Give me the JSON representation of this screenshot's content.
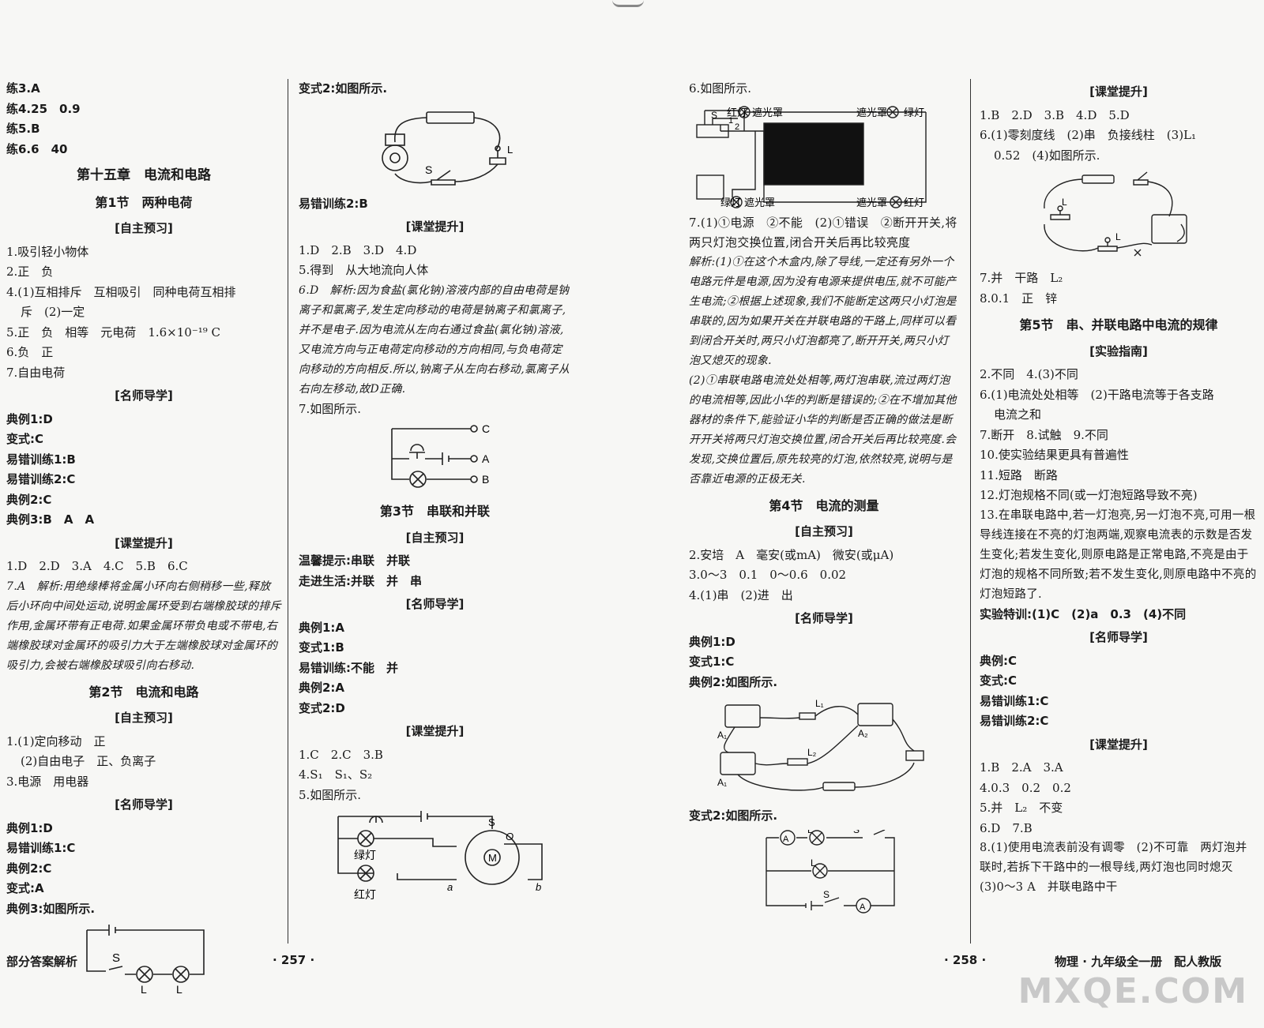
{
  "c1": {
    "a": [
      "练3.A",
      "练4.25　0.9",
      "练5.B",
      "练6.6　40"
    ],
    "chapter": "第十五章　电流和电路",
    "sec1": "第1节　两种电荷",
    "h1": "[自主预习]",
    "b": [
      "1.吸引轻小物体",
      "2.正　负",
      "4.(1)互相排斥　互相吸引　同种电荷互相排",
      "斥　(2)一定",
      "5.正　负　相等　元电荷　1.6×10⁻¹⁹ C",
      "6.负　正",
      "7.自由电荷"
    ],
    "h2": "[名师导学]",
    "c": [
      "典例1:D",
      "变式:C",
      "易错训练1:B",
      "易错训练2:C",
      "典例2:C",
      "典例3:B　A　A"
    ],
    "h3": "[课堂提升]",
    "d": "1.D　2.D　3.A　4.C　5.B　6.C",
    "d7": "7.A　解析:用绝缘棒将金属小环向右侧稍移一些,释放后小环向中间处运动,说明金属环受到右端橡胶球的排斥作用,金属环带有正电荷.如果金属环带负电或不带电,右端橡胶球对金属环的吸引力大于左端橡胶球对金属环的吸引力,会被右端橡胶球吸引向右移动.",
    "sec2": "第2节　电流和电路",
    "h4": "[自主预习]",
    "e": [
      "1.(1)定向移动　正"
    ],
    "e2": "(2)自由电子　正、负离子",
    "e3": "3.电源　用电器",
    "h5": "[名师导学]",
    "f": [
      "典例1:D",
      "易错训练1:C",
      "典例2:C",
      "变式:A",
      "典例3:如图所示."
    ],
    "fig": {
      "s": "S",
      "l1": "L",
      "l2": "L"
    }
  },
  "c2": {
    "a": "变式2:如图所示.",
    "fig1": {
      "l": "L",
      "s": "S"
    },
    "b": "易错训练2:B",
    "h1": "[课堂提升]",
    "c": [
      "1.D　2.B　3.D　4.D",
      "5.得到　从大地流向人体"
    ],
    "c6": "6.D　解析:因为食盐(氯化钠)溶液内部的自由电荷是钠离子和氯离子,发生定向移动的电荷是钠离子和氯离子,并不是电子.因为电流从左向右通过食盐(氯化钠)溶液,又电流方向与正电荷定向移动的方向相同,与负电荷定向移动的方向相反.所以,钠离子从左向右移动,氯离子从右向左移动,故D正确.",
    "c7": "7.如图所示.",
    "fig2": {
      "c": "C",
      "a": "A",
      "b": "B"
    },
    "sec3": "第3节　串联和并联",
    "h2": "[自主预习]",
    "d": [
      "温馨提示:串联　并联",
      "走进生活:并联　并　串"
    ],
    "h3": "[名师导学]",
    "e": [
      "典例1:A",
      "变式1:B",
      "易错训练:不能　并",
      "典例2:A",
      "变式2:D"
    ],
    "h4": "[课堂提升]",
    "f": [
      "1.C　2.C　3.B",
      "4.S₁　S₁、S₂",
      "5.如图所示."
    ],
    "fig3": {
      "s": "S",
      "o": "O",
      "m": "M",
      "a": "a",
      "b": "b",
      "g": "绿灯",
      "r": "红灯"
    }
  },
  "c3": {
    "a": "6.如图所示.",
    "fig1": {
      "rl": "红灯",
      "gl": "绿灯",
      "cov": "遮光罩",
      "s": "S",
      "n1": "1",
      "n2": "2"
    },
    "b7": "7.(1)①电源　②不能　(2)①错误　②断开开关,将两只灯泡交换位置,闭合开关后再比较亮度",
    "jx": "解析:(1)①在这个木盒内,除了导线,一定还有另外一个电路元件是电源,因为没有电源来提供电压,就不可能产生电流;②根据上述现象,我们不能断定这两只小灯泡是串联的,因为如果开关在并联电路的干路上,同样可以看到闭合开关时,两只小灯泡都亮了,断开开关,两只小灯泡又熄灭的现象.",
    "jx2": "(2)①串联电路电流处处相等,两灯泡串联,流过两灯泡的电流相等,因此小华的判断是错误的;②在不增加其他器材的条件下,能验证小华的判断是否正确的做法是断开开关将两只灯泡交换位置,闭合开关后再比较亮度.会发现,交换位置后,原先较亮的灯泡,依然较亮,说明与是否靠近电源的正极无关.",
    "sec4": "第4节　电流的测量",
    "h1": "[自主预习]",
    "c": [
      "2.安培　A　毫安(或mA)　微安(或μA)",
      "3.0～3　0.1　0～0.6　0.02",
      "4.(1)串　(2)进　出"
    ],
    "h2": "[名师导学]",
    "d": [
      "典例1:D",
      "变式1:C",
      "典例2:如图所示."
    ],
    "fig2": {
      "a1": "A₁",
      "a2": "A₂",
      "l1": "L₁",
      "l2": "L₂"
    },
    "e": "变式2:如图所示.",
    "fig3": {
      "a": "A",
      "l1": "L",
      "s1": "S",
      "l2": "L",
      "s": "S",
      "a1": "A"
    }
  },
  "c4": {
    "h1": "[课堂提升]",
    "a": [
      "1.B　2.D　3.B　4.D　5.D",
      "6.(1)零刻度线　(2)串　负接线柱　(3)L₁"
    ],
    "a2": "0.52　(4)如图所示.",
    "fig": {
      "l1": "L",
      "l2": "L"
    },
    "b": [
      "7.并　干路　L₂",
      "8.0.1　正　锌"
    ],
    "sec5": "第5节　串、并联电路中电流的规律",
    "h2": "[实验指南]",
    "c": [
      "2.不同　4.(3)不同",
      "6.(1)电流处处相等　(2)干路电流等于各支路"
    ],
    "c2": "电流之和",
    "d": [
      "7.断开　8.试触　9.不同",
      "10.使实验结果更具有普遍性",
      "11.短路　断路",
      "12.灯泡规格不同(或一灯泡短路导致不亮)"
    ],
    "d13": "13.在串联电路中,若一灯泡亮,另一灯泡不亮,可用一根导线连接在不亮的灯泡两端,观察电流表的示数是否发生变化;若发生变化,则原电路是正常电路,不亮是由于灯泡的规格不同所致;若不发生变化,则原电路中不亮的灯泡短路了.",
    "e": "实验特训:(1)C　(2)a　0.3　(4)不同",
    "h3": "[名师导学]",
    "f": [
      "典例:C",
      "变式:C",
      "易错训练1:C",
      "易错训练2:C"
    ],
    "h4": "[课堂提升]",
    "g": [
      "1.B　2.A　3.A",
      "4.0.3　0.2　0.2",
      "5.并　L₂　不变",
      "6.D　7.B"
    ],
    "g8": "8.(1)使用电流表前没有调零　(2)不可靠　两灯泡并联时,若拆下干路中的一根导线,两灯泡也同时熄灭　(3)0～3 A　并联电路中干"
  },
  "footer": {
    "left": "部分答案解析",
    "p257": "· 257 ·",
    "p258": "· 258 ·",
    "right": "物理 · 九年级全一册　配人教版"
  },
  "watermark": "MXQE.COM"
}
